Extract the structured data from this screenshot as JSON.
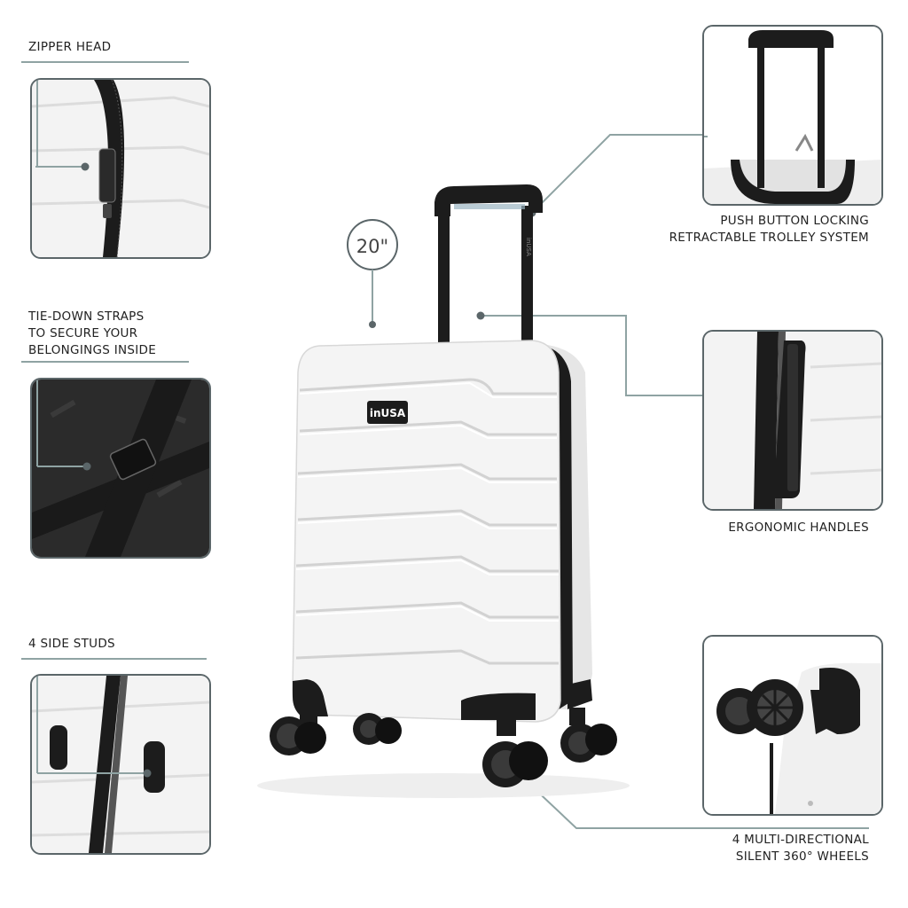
{
  "size_badge": "20\"",
  "brand": "inUSA",
  "features": {
    "zipper_head": {
      "lines": [
        "ZIPPER HEAD"
      ]
    },
    "tie_down_straps": {
      "lines": [
        "TIE-DOWN STRAPS",
        "TO SECURE YOUR",
        "BELONGINGS INSIDE"
      ]
    },
    "side_studs": {
      "lines": [
        "4 SIDE STUDS"
      ]
    },
    "trolley_system": {
      "lines": [
        "PUSH BUTTON LOCKING",
        "RETRACTABLE TROLLEY SYSTEM"
      ]
    },
    "ergonomic_handles": {
      "lines": [
        "ERGONOMIC HANDLES"
      ]
    },
    "wheels": {
      "lines": [
        "4 MULTI-DIRECTIONAL",
        "SILENT 360°  WHEELS"
      ]
    }
  },
  "colors": {
    "frame": "#5b6669",
    "leader_line": "#8fa3a3",
    "shell": "#f4f4f4",
    "trim": "#1c1c1c"
  }
}
